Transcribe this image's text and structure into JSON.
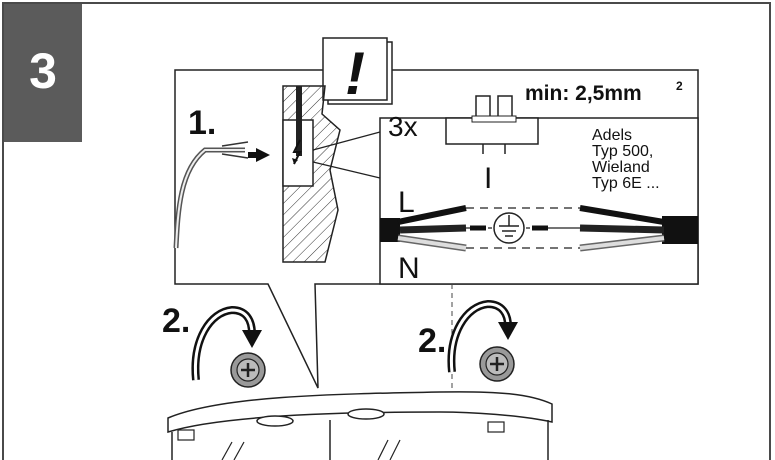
{
  "step": {
    "number": "3"
  },
  "warning": {
    "symbol": "!"
  },
  "substep1": {
    "label": "1."
  },
  "substep2": {
    "label_left": "2.",
    "label_right": "2."
  },
  "connector": {
    "min_cross_section": "min: 2,5mm",
    "superscript": "2",
    "quantity": "3x",
    "brand_line1": "Adels",
    "brand_line2": "Typ 500,",
    "brand_line3": "Wieland",
    "brand_line4": "Typ 6E ...",
    "marker_i": "I",
    "live_label": "L",
    "neutral_label": "N"
  },
  "icons": {
    "ground": "ground-symbol-icon",
    "voltage": "lightning-icon",
    "arrow": "arrow-right-icon",
    "rotate": "rotate-arrow-icon",
    "screw": "screw-cap-icon"
  }
}
